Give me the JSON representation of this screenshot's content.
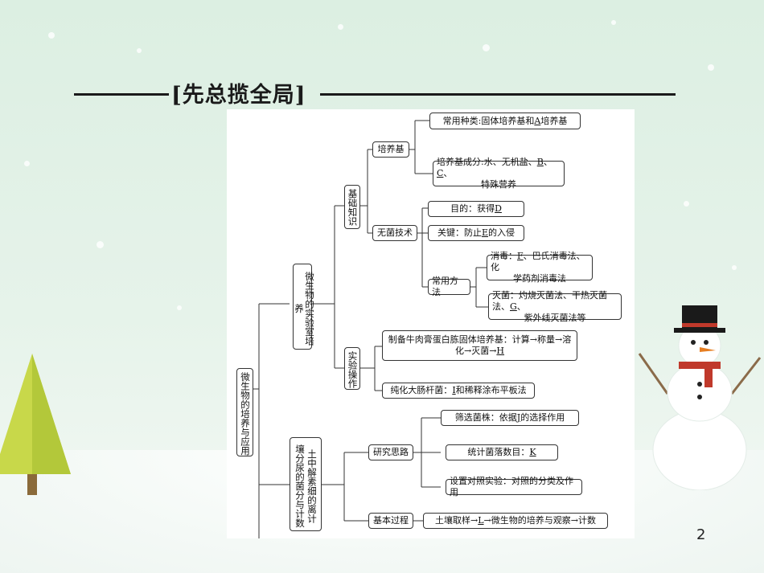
{
  "header": {
    "title": "[先总揽全局]"
  },
  "page_number": "2",
  "diagram": {
    "root": "微生物的培养与应用",
    "branch1": "微生物的实验室培养",
    "basics": "基础知识",
    "medium": "培养基",
    "medium_types": {
      "pre": "常用种类:固体培养基和",
      "blank": "A",
      "post": "培养基"
    },
    "medium_components": {
      "line1_pre": "培养基成分:水、无机盐、",
      "b": "B",
      "sep": "、",
      "c": "C",
      "line1_post": "、",
      "line2": "特殊营养"
    },
    "aseptic": "无菌技术",
    "aseptic_goal": {
      "pre": "目的：获得",
      "blank": "D"
    },
    "aseptic_key": {
      "pre": "关键：防止",
      "blank": "E",
      "post": "的入侵"
    },
    "common_methods": "常用方法",
    "disinfection": {
      "pre": "消毒：",
      "blank": "F",
      "post": "、巴氏消毒法、化",
      "line2": "学药剂消毒法"
    },
    "sterilization": {
      "pre": "灭菌：灼烧灭菌法、干热灭菌法、",
      "blank": "G",
      "post": "、",
      "line2": "紫外线灭菌法等"
    },
    "experiment": "实验操作",
    "beef_medium": {
      "line1": "制备牛肉膏蛋白胨固体培养基：计算→称量→溶",
      "line2_pre": "化→灭菌→",
      "blank": "H"
    },
    "ecoli": {
      "pre": "纯化大肠杆菌：",
      "blank": "I",
      "post": "和稀释涂布平板法"
    },
    "branch2_col1": "土壤中分解尿素",
    "branch2_col2": "壤分尿的菌分与计数",
    "branch2": {
      "col_a": "壤分尿的菌分与计数",
      "col_b": "土中解素细的离计"
    },
    "research": "研究思路",
    "screening": {
      "pre": "筛选菌株：依据",
      "blank": "J",
      "post": "的选择作用"
    },
    "counting": {
      "pre": "统计菌落数目：",
      "blank": "K"
    },
    "control": "设置对照实验：对照的分类及作用",
    "basic_process": "基本过程",
    "process_steps": {
      "pre": "土壤取样→",
      "blank": "L",
      "post": "→微生物的培养与观察→计数"
    }
  }
}
